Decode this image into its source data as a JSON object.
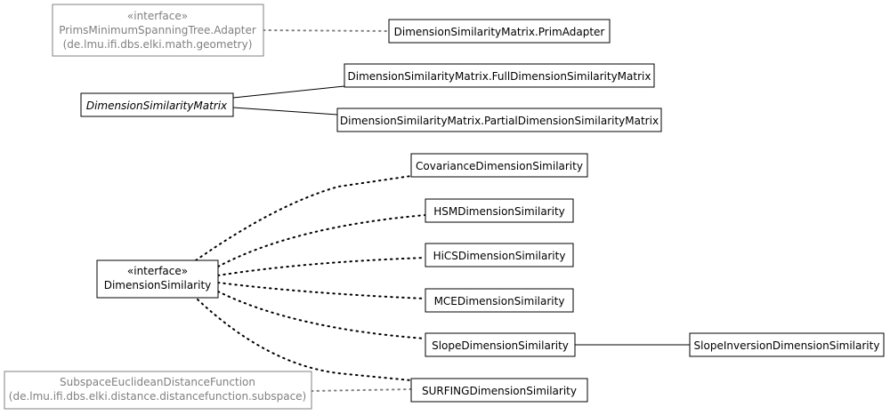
{
  "colors": {
    "node_border": "#000000",
    "external_border": "#808080",
    "external_text": "#808080",
    "background": "#ffffff"
  },
  "nodes": {
    "prims_adapter": [
      "«interface»",
      "PrimsMinimumSpanningTree.Adapter",
      "(de.lmu.ifi.dbs.elki.math.geometry)"
    ],
    "prim_adapter": [
      "DimensionSimilarityMatrix.PrimAdapter"
    ],
    "full_matrix": [
      "DimensionSimilarityMatrix.FullDimensionSimilarityMatrix"
    ],
    "dim_sim_matrix": [
      "DimensionSimilarityMatrix"
    ],
    "partial_matrix": [
      "DimensionSimilarityMatrix.PartialDimensionSimilarityMatrix"
    ],
    "covariance": [
      "CovarianceDimensionSimilarity"
    ],
    "hsm": [
      "HSMDimensionSimilarity"
    ],
    "hics": [
      "HiCSDimensionSimilarity"
    ],
    "dim_sim": [
      "«interface»",
      "DimensionSimilarity"
    ],
    "mce": [
      "MCEDimensionSimilarity"
    ],
    "slope": [
      "SlopeDimensionSimilarity"
    ],
    "slope_inversion": [
      "SlopeInversionDimensionSimilarity"
    ],
    "subspace_euclid": [
      "SubspaceEuclideanDistanceFunction",
      "(de.lmu.ifi.dbs.elki.distance.distancefunction.subspace)"
    ],
    "surfing": [
      "SURFINGDimensionSimilarity"
    ]
  }
}
